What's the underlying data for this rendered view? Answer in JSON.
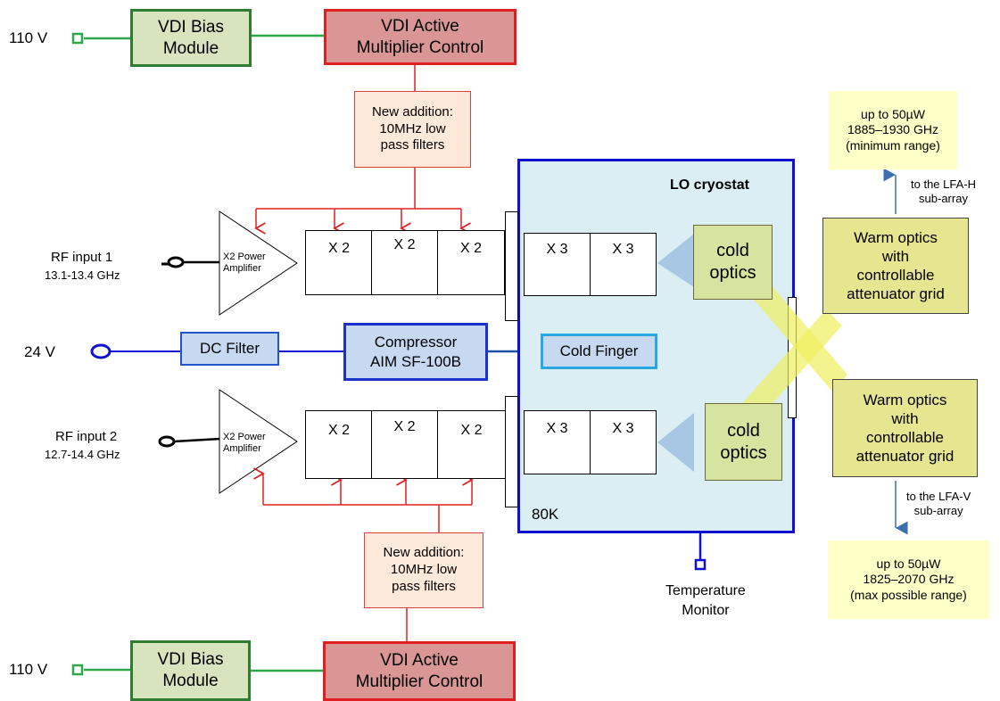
{
  "power_top": {
    "voltage": "110 V",
    "bias": "VDI Bias\nModule",
    "control": "VDI Active\nMultiplier Control"
  },
  "filter_top": {
    "text": "New addition:\n10MHz low\npass filters"
  },
  "cryostat": {
    "title": "LO cryostat",
    "temp": "80K"
  },
  "rf1": {
    "title": "RF input 1",
    "range": "13.1-13.4 GHz",
    "amp": "X2 Power\nAmplifier",
    "doublers": [
      "X 2",
      "X 2",
      "X 2"
    ],
    "triplers": [
      "X 3",
      "X 3"
    ]
  },
  "rf2": {
    "title": "RF input 2",
    "range": "12.7-14.4 GHz",
    "amp": "X2 Power\nAmplifier",
    "doublers": [
      "X 2",
      "X 2",
      "X 2"
    ],
    "triplers": [
      "X 3",
      "X 3"
    ]
  },
  "optics": {
    "cold_top": "cold\noptics",
    "cold_bottom": "cold\noptics",
    "warm_top": "Warm optics\nwith\ncontrollable\nattenuator grid",
    "warm_bottom": "Warm optics\nwith\ncontrollable\nattenuator grid"
  },
  "cooling": {
    "voltage": "24 V",
    "dc_filter": "DC Filter",
    "compressor": "Compressor\nAIM SF-100B",
    "cold_finger": "Cold Finger"
  },
  "filter_bottom": {
    "text": "New addition:\n10MHz low\npass filters"
  },
  "power_bottom": {
    "voltage": "110 V",
    "bias": "VDI Bias\nModule",
    "control": "VDI Active\nMultiplier Control"
  },
  "monitor": {
    "label": "Temperature\nMonitor"
  },
  "outputs": {
    "h_label": "to the LFA-H\nsub-array",
    "h_note": "up to 50µW\n1885–1930 GHz\n(minimum range)",
    "v_label": "to the LFA-V\nsub-array",
    "v_note": "up to 50µW\n1825–2070 GHz\n(max possible range)"
  },
  "colors": {
    "green_border": "#2e7d32",
    "green_fill": "#d7e4bd",
    "red_border": "#e02020",
    "red_fill": "#d99694",
    "blue": "#1010d0",
    "cryostat_fill": "#dbeef4",
    "note_fill": "#ffffc8"
  }
}
